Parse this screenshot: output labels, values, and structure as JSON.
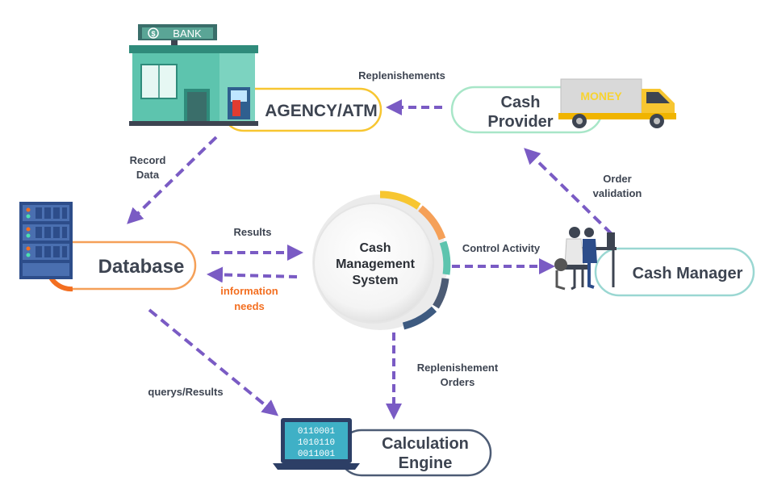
{
  "nodes": {
    "bank_sign": "BANK",
    "agency": "AGENCY/ATM",
    "cash_provider": [
      "Cash",
      "Provider"
    ],
    "truck_sign": "MONEY",
    "database": "Database",
    "cms": [
      "Cash",
      "Management",
      "System"
    ],
    "cash_manager": "Cash Manager",
    "calc_engine": [
      "Calculation",
      "Engine"
    ],
    "binary": [
      "0110001",
      "1010110",
      "0011001"
    ]
  },
  "edges": {
    "replenishements": "Replenishements",
    "record_data": [
      "Record",
      "Data"
    ],
    "order_validation": [
      "Order",
      "validation"
    ],
    "results": "Results",
    "information_needs": [
      "information",
      "needs"
    ],
    "control_activity": "Control Activity",
    "replenishement_orders": [
      "Replenishement",
      "Orders"
    ],
    "querys_results": "querys/Results"
  },
  "colors": {
    "arrow": "#7a5bc4",
    "text": "#3d4451",
    "accent_orange": "#f36f21",
    "agency_yellow": "#f7c631",
    "provider_mint": "#a8e6c8",
    "database_orange": "#f5a058",
    "manager_teal": "#9ad7d2",
    "engine_slate": "#4c5b74"
  }
}
